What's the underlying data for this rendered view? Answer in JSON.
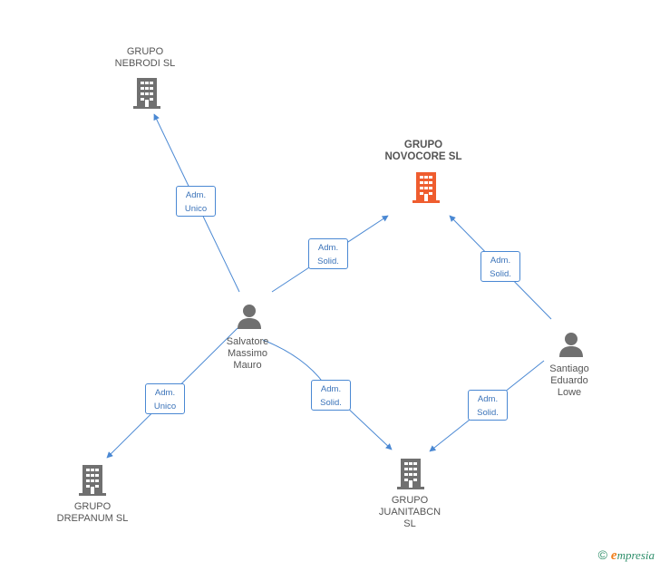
{
  "colors": {
    "edge": "#4a88d3",
    "building": "#707070",
    "building_highlight": "#ef5d2f",
    "person": "#707070"
  },
  "nodes": {
    "nebrodi": {
      "label": "GRUPO\nNEBRODI SL",
      "icon": "building-icon"
    },
    "novocore": {
      "label": "GRUPO\nNOVOCORE SL",
      "icon": "building-icon"
    },
    "drepanum": {
      "label": "GRUPO\nDREPANUM SL",
      "icon": "building-icon"
    },
    "juanitabcn": {
      "label": "GRUPO\nJUANITABCN\nSL",
      "icon": "building-icon"
    },
    "salvatore": {
      "label": "Salvatore\nMassimo\nMauro",
      "icon": "person-icon"
    },
    "santiago": {
      "label": "Santiago\nEduardo\nLowe",
      "icon": "person-icon"
    }
  },
  "edges": [
    {
      "line1": "Adm.",
      "line2": "Unico"
    },
    {
      "line1": "Adm.",
      "line2": "Solid."
    },
    {
      "line1": "Adm.",
      "line2": "Unico"
    },
    {
      "line1": "Adm.",
      "line2": "Solid."
    },
    {
      "line1": "Adm.",
      "line2": "Solid."
    },
    {
      "line1": "Adm.",
      "line2": "Solid."
    }
  ],
  "footer": {
    "copyright_symbol": "©",
    "brand_first": "e",
    "brand_rest": "mpresia"
  }
}
